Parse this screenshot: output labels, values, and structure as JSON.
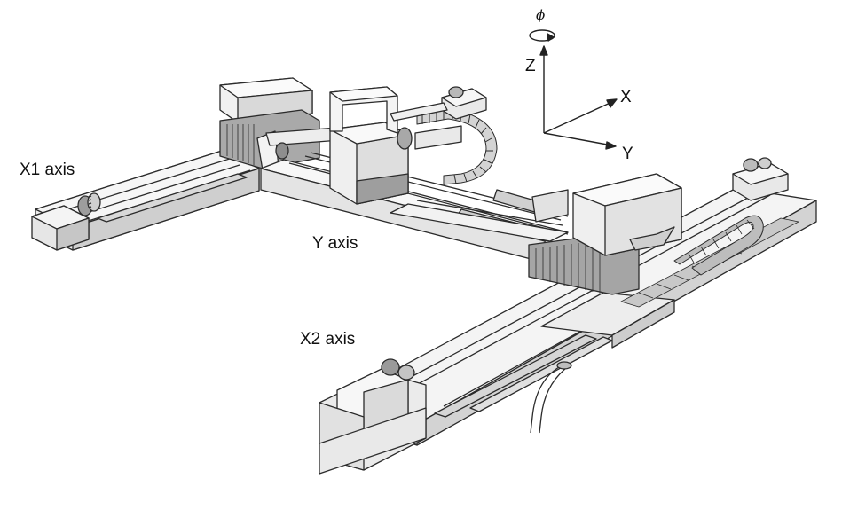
{
  "labels": {
    "x1_axis": "X1 axis",
    "y_axis": "Y axis",
    "x2_axis": "X2 axis"
  },
  "coordinate_frame": {
    "rotation": "ϕ",
    "z": "Z",
    "x": "X",
    "y": "Y"
  },
  "colors": {
    "line": "#2b2b2b",
    "face_light": "#f2f2f2",
    "face_mid": "#dcdcdc",
    "face_dark": "#b9b9b9",
    "face_darker": "#8f8f8f"
  }
}
